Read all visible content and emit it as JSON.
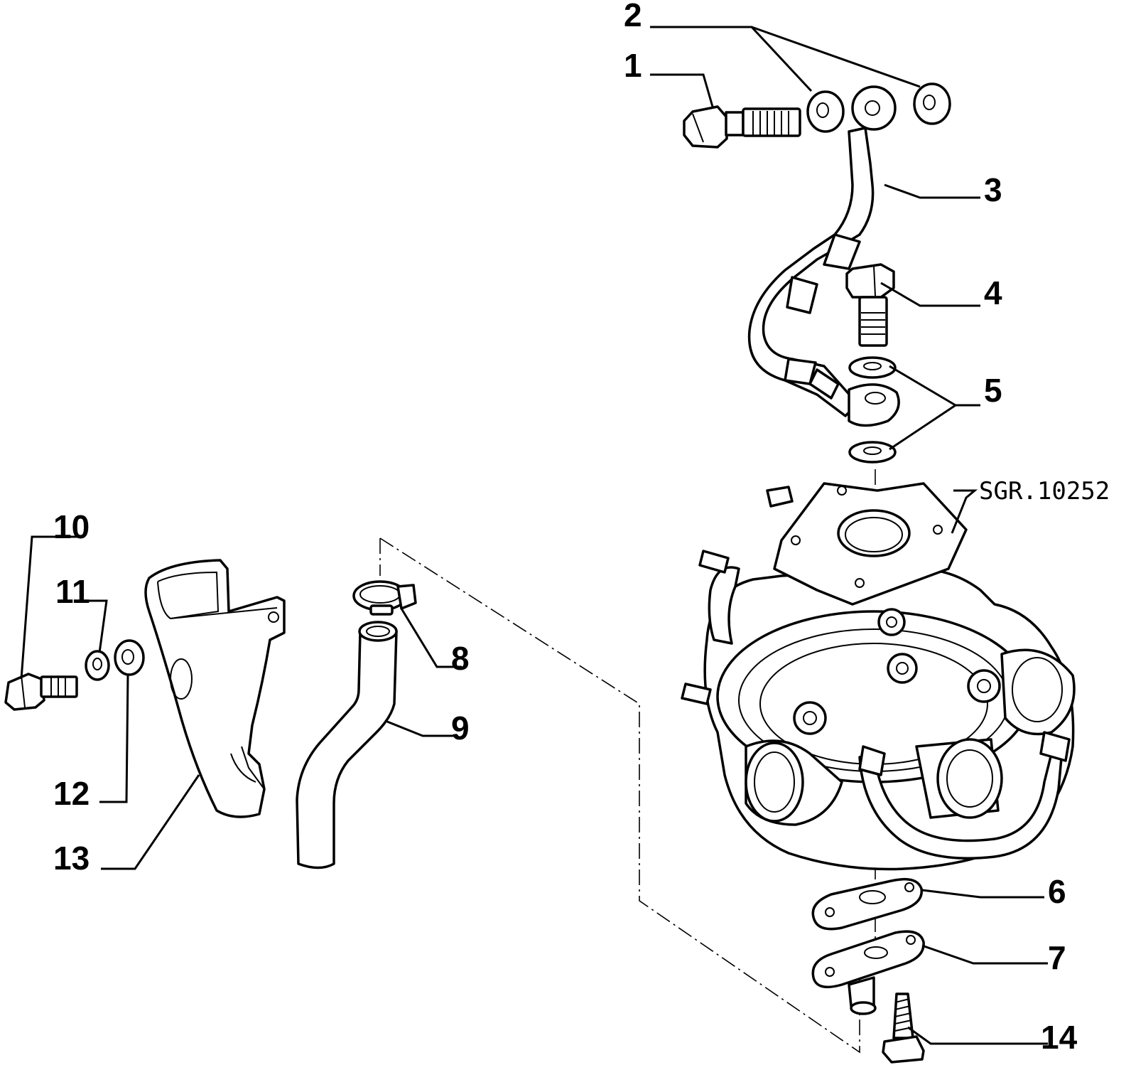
{
  "diagram": {
    "reference_code": "SGR.10252",
    "callouts": [
      "1",
      "2",
      "3",
      "4",
      "5",
      "6",
      "7",
      "8",
      "9",
      "10",
      "11",
      "12",
      "13",
      "14"
    ]
  }
}
